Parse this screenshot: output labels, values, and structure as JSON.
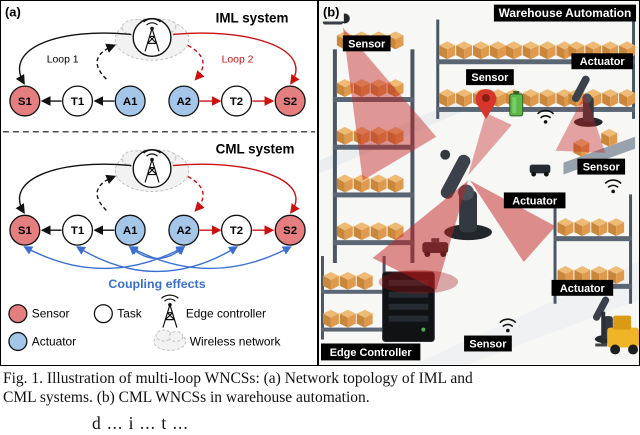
{
  "panel_a": {
    "tag": "(a)",
    "iml_title": "IML system",
    "cml_title": "CML system",
    "loop1": "Loop 1",
    "loop2": "Loop 2",
    "coupling": "Coupling effects",
    "nodes": [
      {
        "label": "S1",
        "type": "sensor"
      },
      {
        "label": "T1",
        "type": "task"
      },
      {
        "label": "A1",
        "type": "actuator"
      },
      {
        "label": "A2",
        "type": "actuator"
      },
      {
        "label": "T2",
        "type": "task"
      },
      {
        "label": "S2",
        "type": "sensor"
      }
    ],
    "legend": [
      {
        "icon": "sensor-circle",
        "label": "Sensor"
      },
      {
        "icon": "task-circle",
        "label": "Task"
      },
      {
        "icon": "antenna",
        "label": "Edge controller"
      },
      {
        "icon": "actuator-circle",
        "label": "Actuator"
      },
      {
        "icon": "cloud",
        "label": "Wireless network"
      }
    ],
    "colors": {
      "sensor": "#e57f7f",
      "task": "#ffffff",
      "actuator": "#a4c6e8",
      "loop2_red": "#cc1111",
      "coupling_blue": "#3a6fd0"
    }
  },
  "panel_b": {
    "tag": "(b)",
    "title": "Warehouse Automation",
    "labels": {
      "sensor": "Sensor",
      "actuator": "Actuator",
      "edge_controller": "Edge Controller"
    },
    "colors": {
      "chip_bg": "#000000",
      "crate": "#e09a4d",
      "beam_red": "#c22222",
      "pin_red": "#d6362b",
      "battery_green": "#5cb849"
    }
  },
  "caption": {
    "line1": "Fig. 1.  Illustration of multi-loop WNCSs: (a) Network topology of IML and",
    "line2": "CML systems. (b) CML WNCSs in warehouse automation."
  },
  "clipped_line": "d ... i ... t ..."
}
